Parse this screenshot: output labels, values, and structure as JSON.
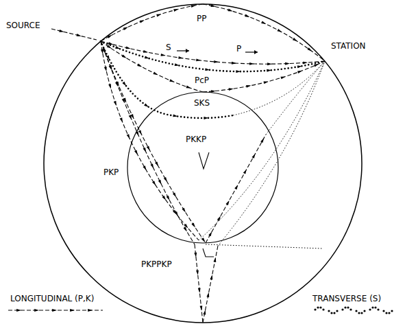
{
  "diagram": {
    "labels": [
      "SOURCE",
      "STATION",
      "PP",
      "S",
      "P",
      "PcP",
      "SKS",
      "PKP",
      "PKKP",
      "PKPPKP"
    ],
    "legend": [
      {
        "text": "LONGITUDINAL (P,K)"
      },
      {
        "text": "TRANSVERSE (S)"
      }
    ]
  }
}
